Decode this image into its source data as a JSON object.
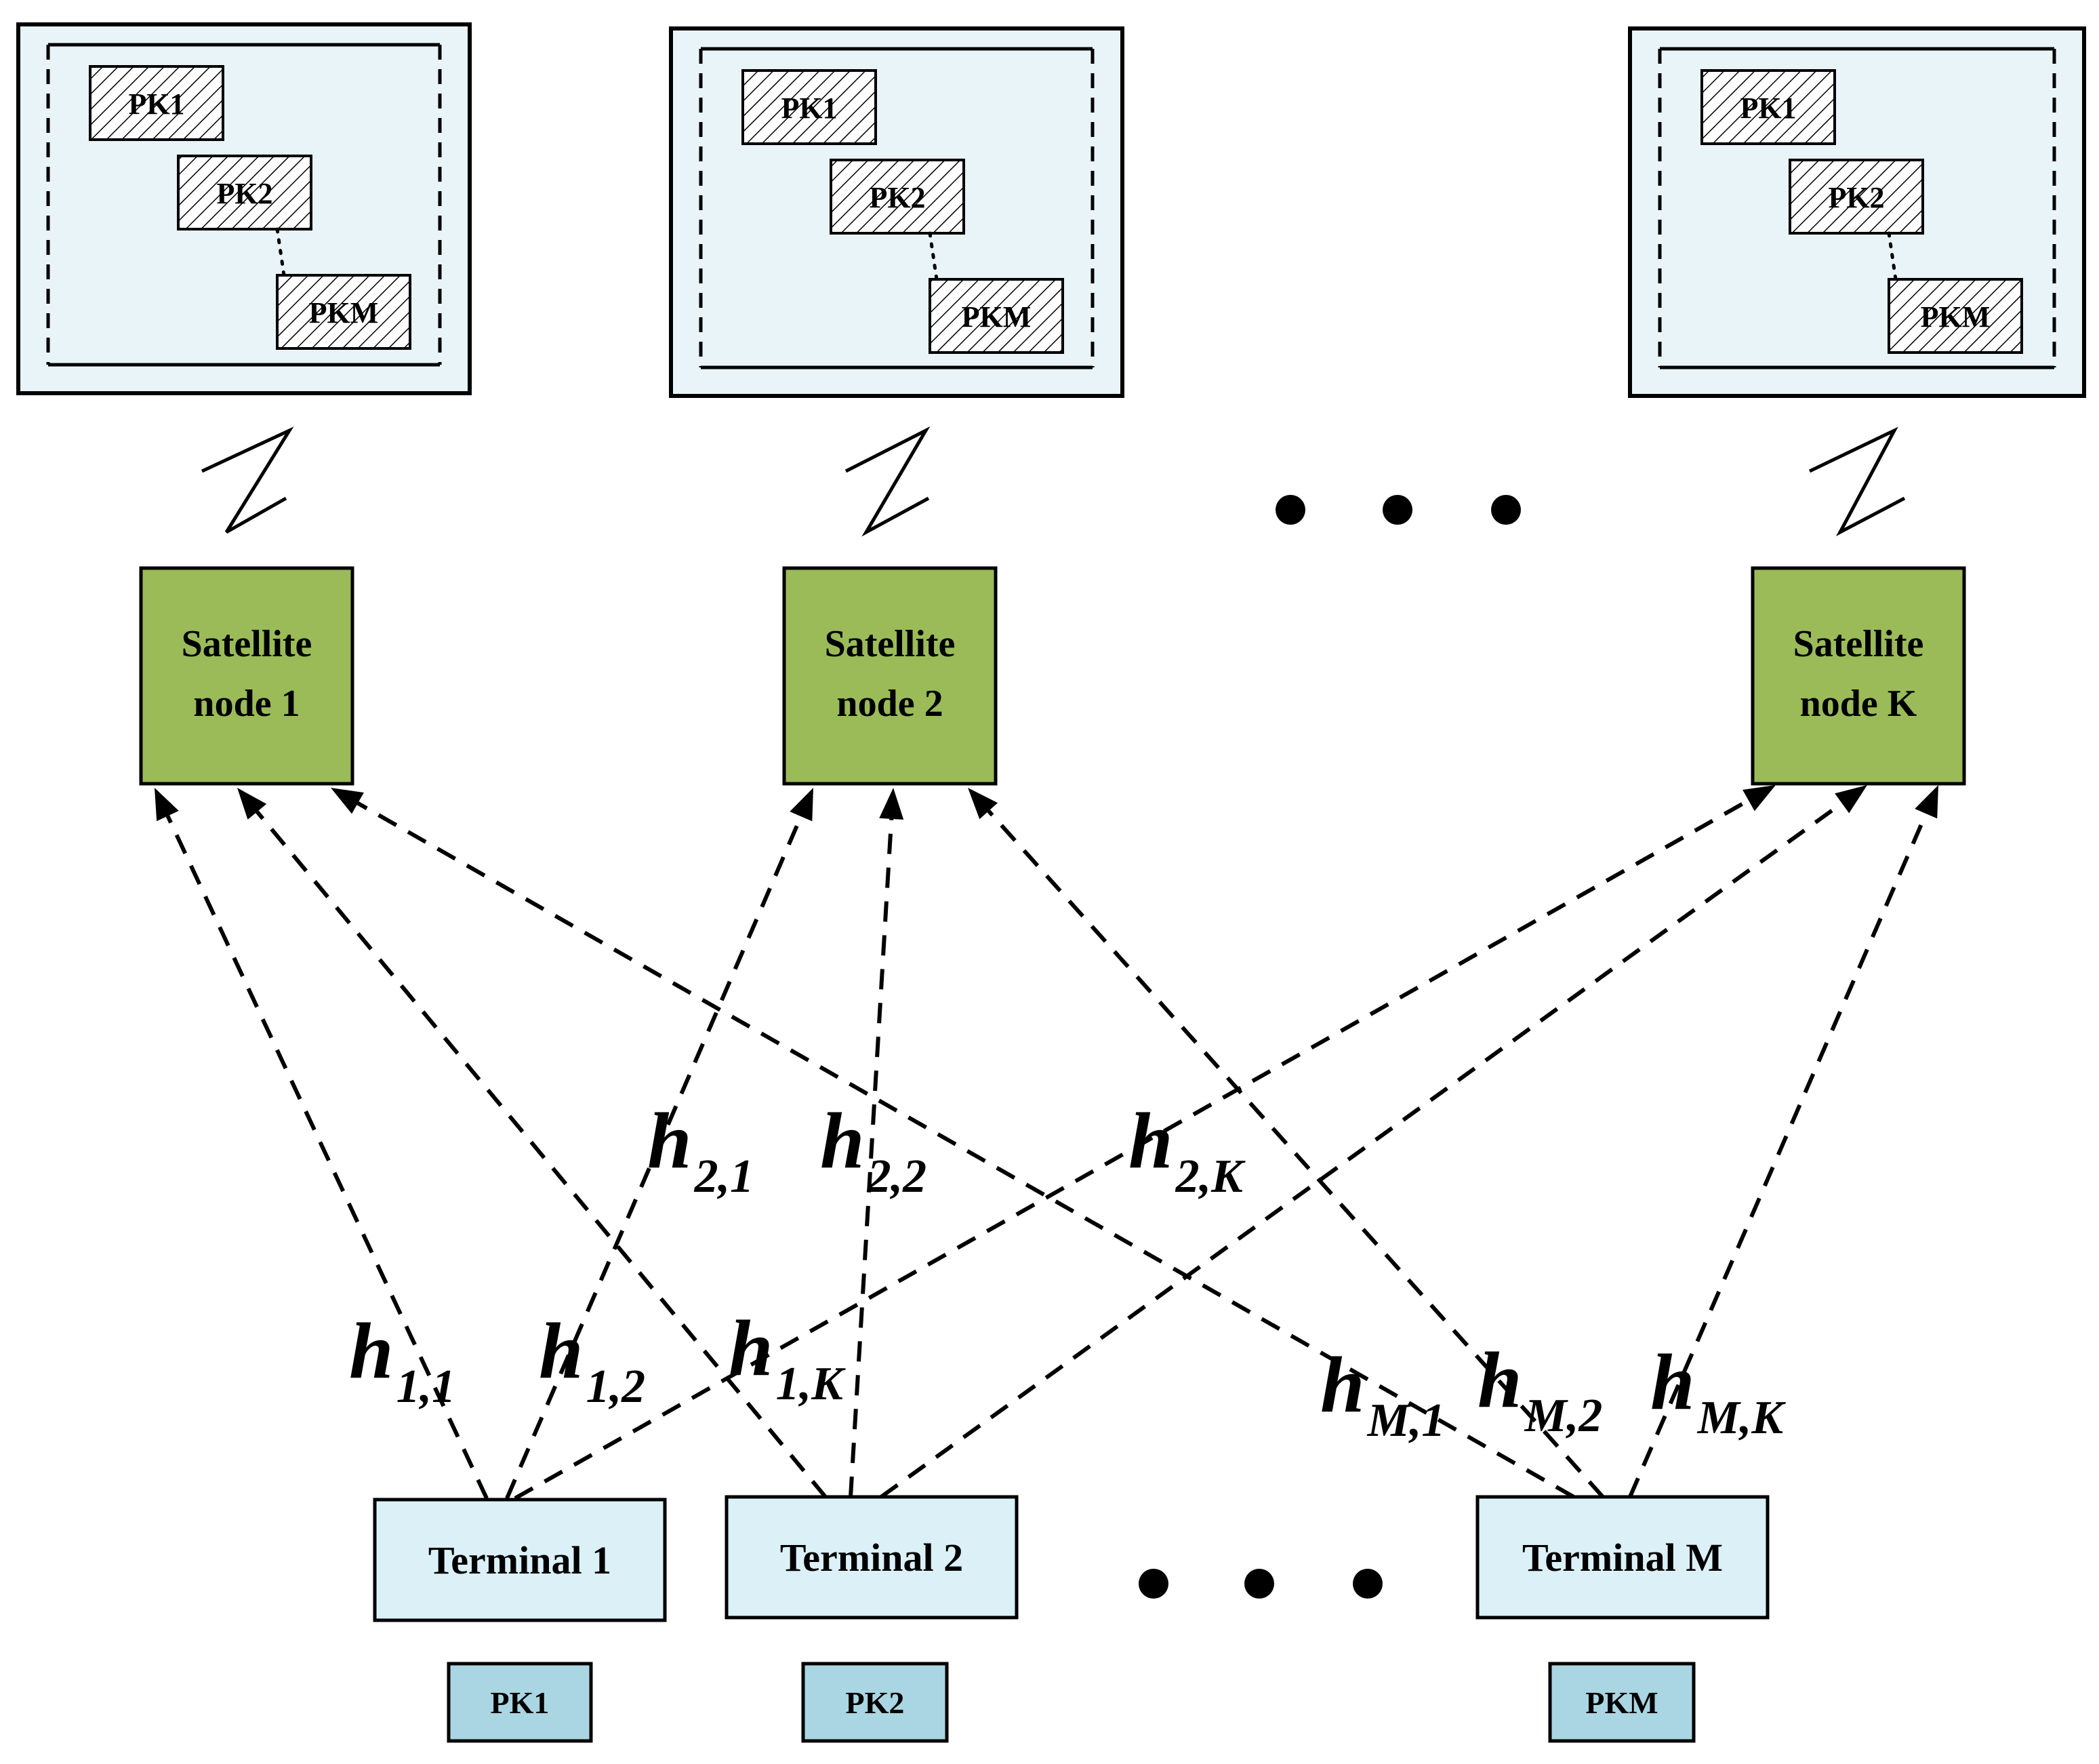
{
  "colors": {
    "panel_fill": "#e9f4f8",
    "satellite_fill": "#9bbb59",
    "terminal_fill": "#dcf0f7",
    "key_fill": "#a9d6e2",
    "line": "#000000"
  },
  "storage_panels": [
    {
      "keys": [
        "PK1",
        "PK2",
        "PKM"
      ]
    },
    {
      "keys": [
        "PK1",
        "PK2",
        "PKM"
      ]
    },
    {
      "keys": [
        "PK1",
        "PK2",
        "PKM"
      ]
    }
  ],
  "satellites": [
    {
      "line1": "Satellite",
      "line2": "node 1"
    },
    {
      "line1": "Satellite",
      "line2": "node 2"
    },
    {
      "line1": "Satellite",
      "line2": "node K"
    }
  ],
  "terminals": [
    {
      "label": "Terminal 1",
      "key": "PK1"
    },
    {
      "label": "Terminal 2",
      "key": "PK2"
    },
    {
      "label": "Terminal M",
      "key": "PKM"
    }
  ],
  "ellipsis": "• • •",
  "channel_labels": [
    {
      "base": "h",
      "sub": "1,1",
      "italic_sub": false
    },
    {
      "base": "h",
      "sub": "1,2",
      "italic_sub": false
    },
    {
      "base": "h",
      "sub": "1,K",
      "italic_sub": true
    },
    {
      "base": "h",
      "sub": "2,1",
      "italic_sub": false
    },
    {
      "base": "h",
      "sub": "2,2",
      "italic_sub": false
    },
    {
      "base": "h",
      "sub": "2,K",
      "italic_sub": true
    },
    {
      "base": "h",
      "sub": "M,1",
      "italic_sub": true
    },
    {
      "base": "h",
      "sub": "M,2",
      "italic_sub": true
    },
    {
      "base": "h",
      "sub": "M,K",
      "italic_sub": true
    }
  ]
}
